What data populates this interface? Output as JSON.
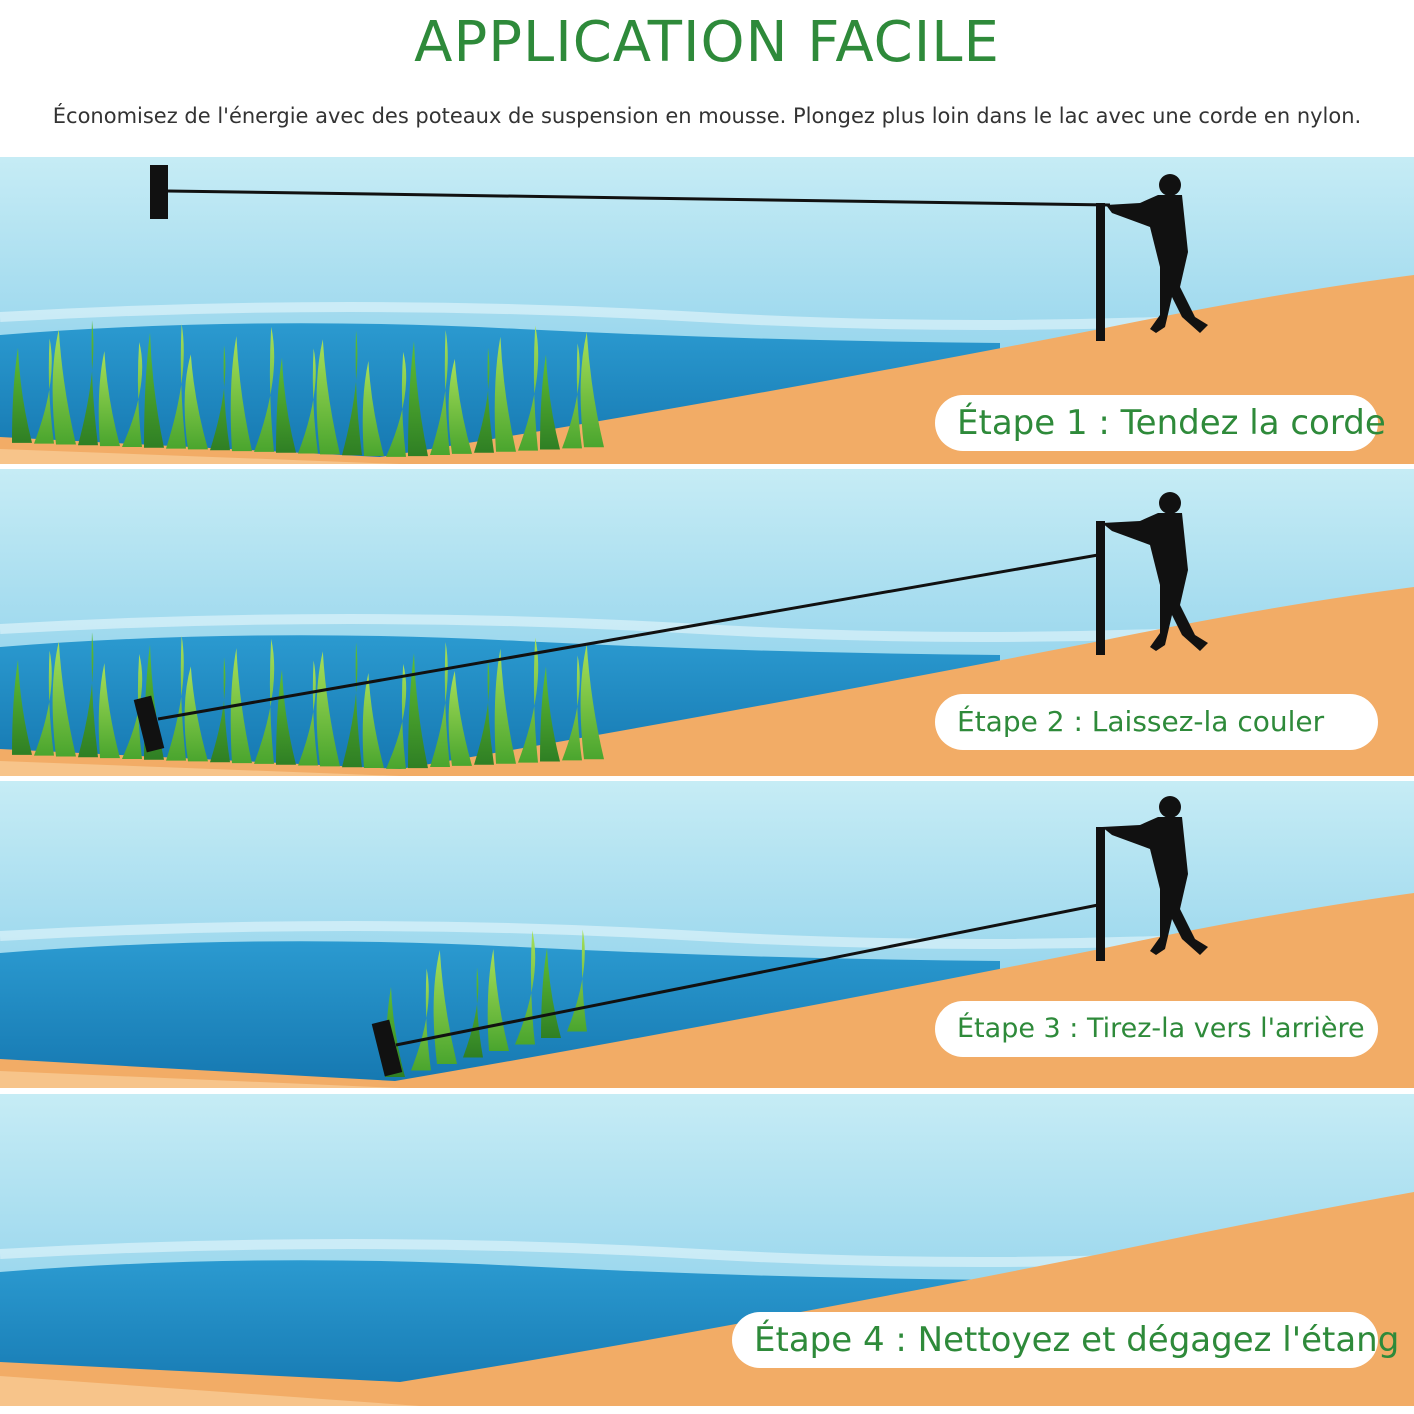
{
  "header": {
    "title": "APPLICATION FACILE",
    "subtitle": "Économisez de l'énergie avec des poteaux de suspension en mousse. Plongez plus loin dans le lac avec une corde en nylon."
  },
  "steps": [
    {
      "label": "Étape 1 : Tendez la corde"
    },
    {
      "label": "Étape 2 : Laissez-la couler"
    },
    {
      "label": "Étape 3 : Tirez-la vers l'arrière"
    },
    {
      "label": "Étape 4 : Nettoyez et dégagez l'étang"
    }
  ],
  "colors": {
    "title_green": "#2e8a3a",
    "water_light": "#a9e0ef",
    "water_deep": "#1e87bd",
    "sand": "#f2ac66",
    "weeds": "#7ac943"
  }
}
